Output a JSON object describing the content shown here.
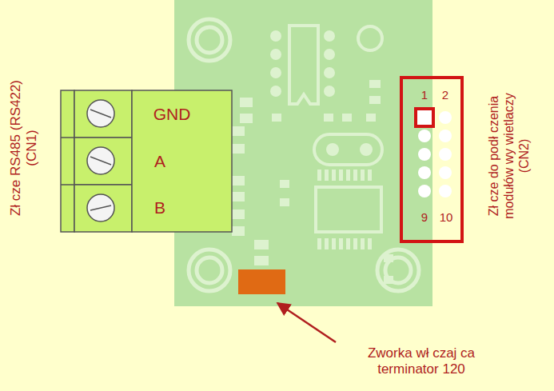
{
  "diagram": {
    "labels": [
      "GND",
      "A",
      "B",
      "1",
      "2",
      "9",
      "10",
      "Zł cze RS485 (RS422) (CN1)",
      "Zł cze do podł czenia modułów wy wietlaczy (CN2)",
      "Zworka wł czaj ca terminator 120"
    ]
  }
}
